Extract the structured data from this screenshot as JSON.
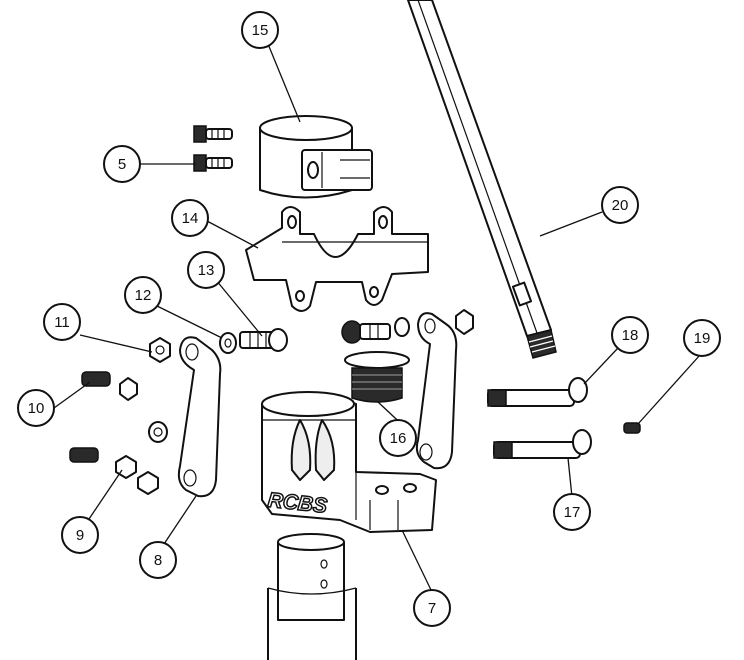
{
  "colors": {
    "line": "#111111",
    "fill": "#ffffff",
    "shade": "#2a2a2a"
  },
  "brand": {
    "logo_text": "RCBS"
  },
  "callouts": [
    {
      "id": "5",
      "label": "5"
    },
    {
      "id": "7",
      "label": "7"
    },
    {
      "id": "8",
      "label": "8"
    },
    {
      "id": "9",
      "label": "9"
    },
    {
      "id": "10",
      "label": "10"
    },
    {
      "id": "11",
      "label": "11"
    },
    {
      "id": "12",
      "label": "12"
    },
    {
      "id": "13",
      "label": "13"
    },
    {
      "id": "14",
      "label": "14"
    },
    {
      "id": "15",
      "label": "15"
    },
    {
      "id": "16",
      "label": "16"
    },
    {
      "id": "17",
      "label": "17"
    },
    {
      "id": "18",
      "label": "18"
    },
    {
      "id": "19",
      "label": "19"
    },
    {
      "id": "20",
      "label": "20"
    }
  ]
}
